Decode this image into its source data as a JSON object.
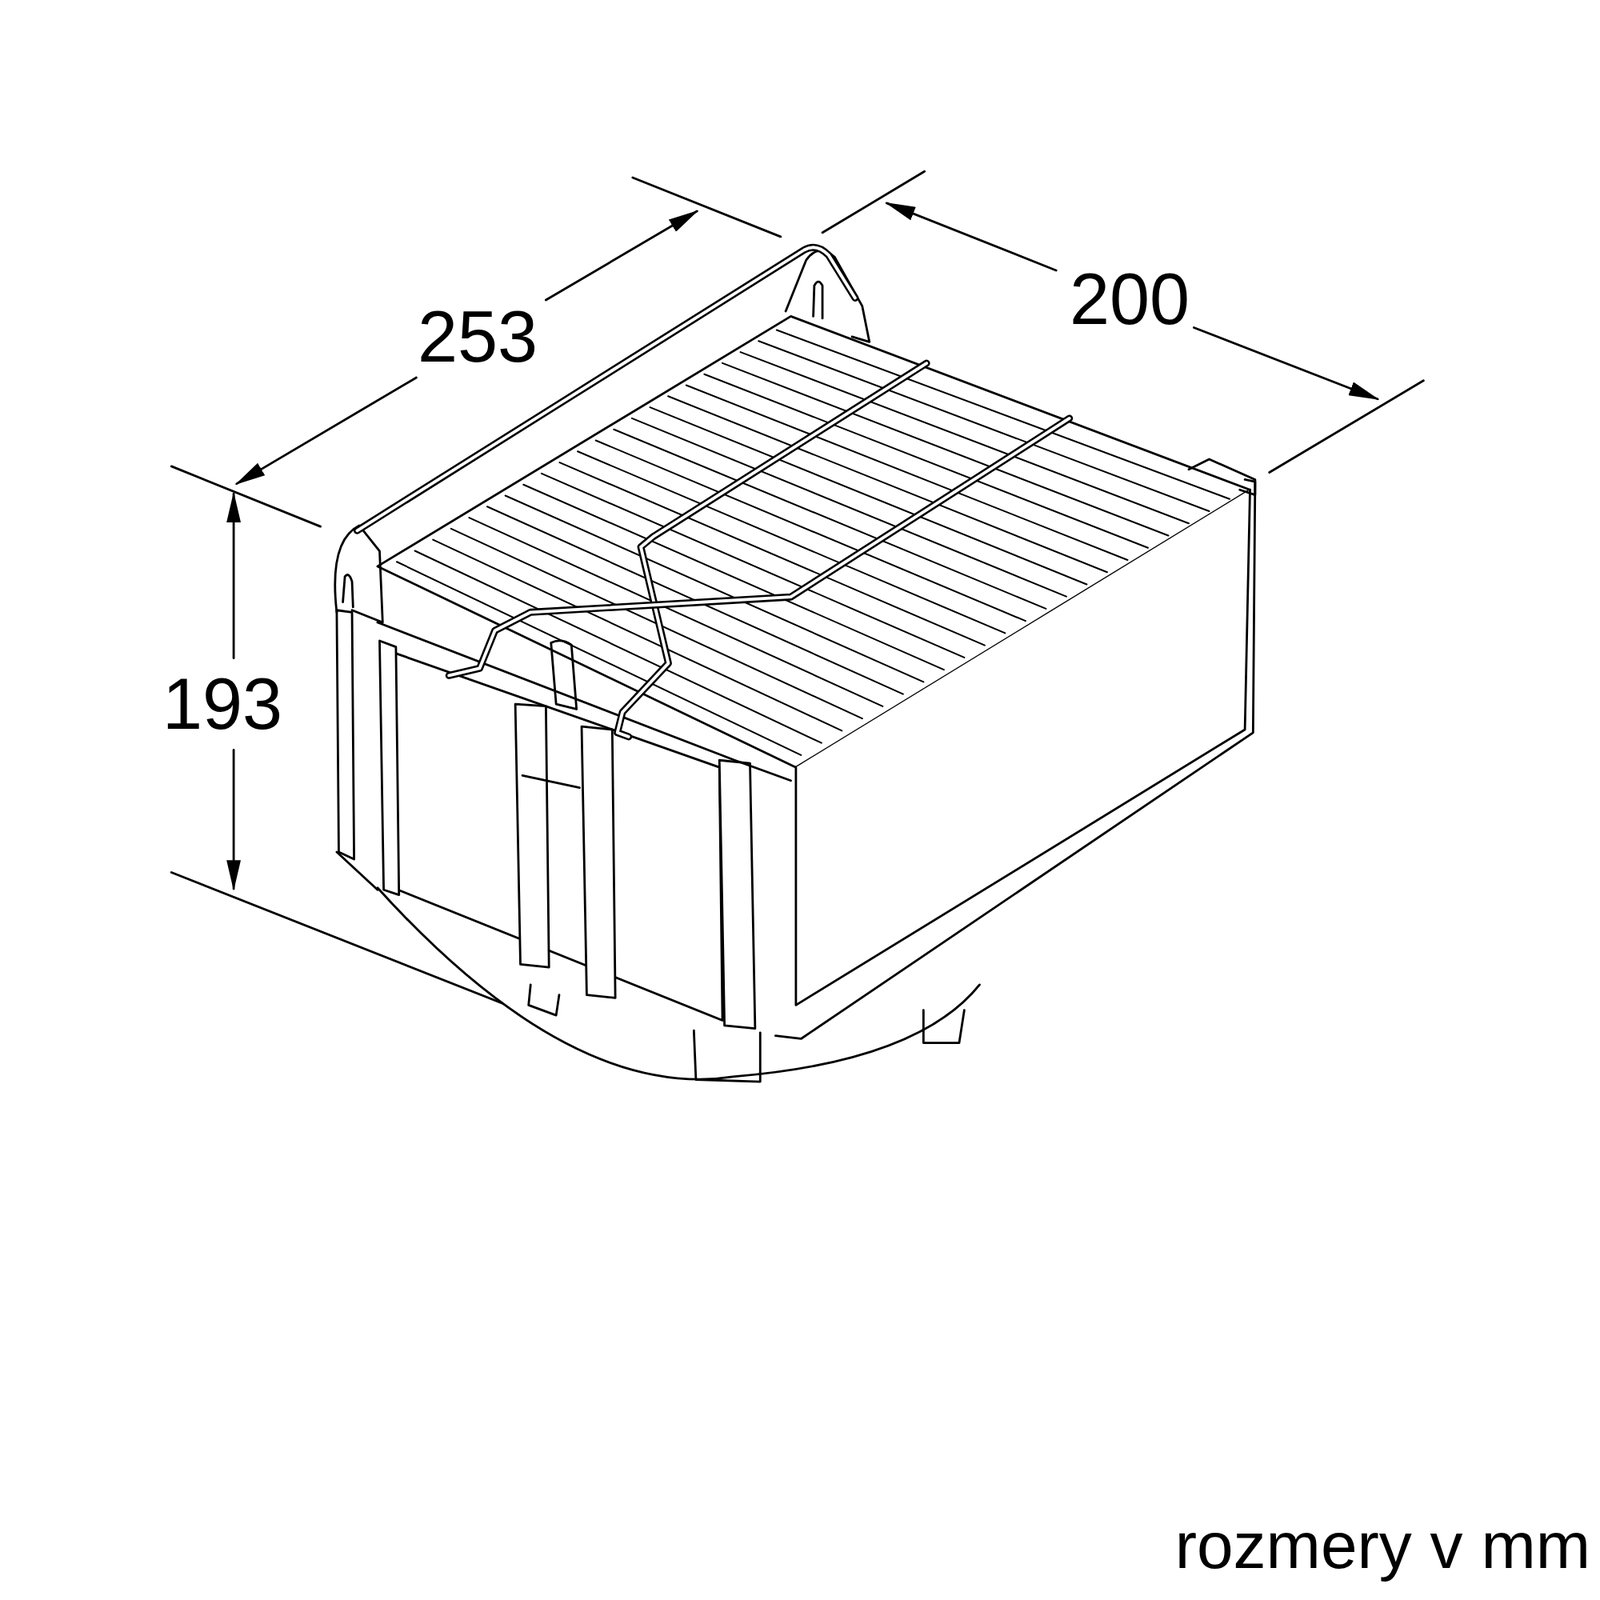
{
  "diagram": {
    "labels": [
      "253",
      "200",
      "193",
      "rozmery v mm"
    ]
  }
}
